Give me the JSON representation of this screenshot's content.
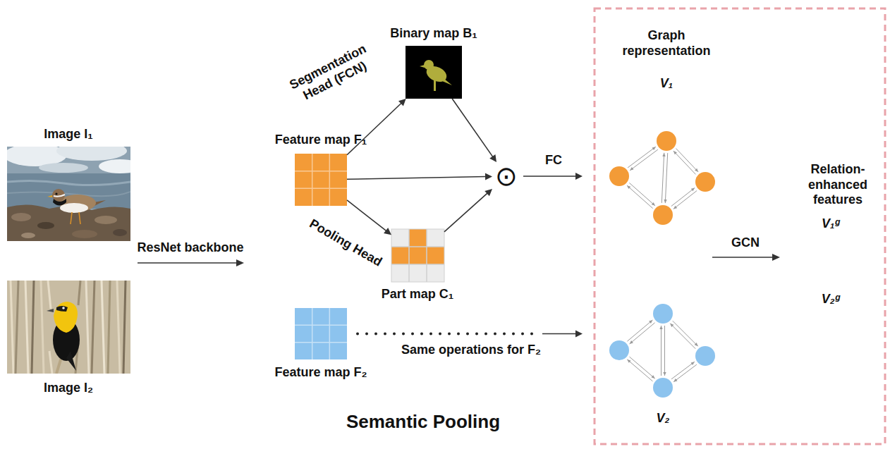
{
  "diagram": {
    "nodes": [
      {
        "text": [
          "Image I₁"
        ]
      },
      {
        "text": [
          "Image I₂"
        ]
      },
      {
        "text": [
          "Feature map F₁"
        ]
      },
      {
        "text": [
          "Binary map B₁"
        ]
      },
      {
        "text": [
          "Part map C₁"
        ]
      },
      {
        "text": [
          "⊙"
        ]
      },
      {
        "text": [
          "Feature map F₂"
        ]
      },
      {
        "text": [
          "Graph representation",
          "V₁"
        ]
      },
      {
        "text": [
          "V₂"
        ]
      }
    ],
    "edges": [
      {
        "from": 2,
        "to": 3,
        "arrow": "to",
        "label": "Segmentation Head (FCN)"
      },
      {
        "from": 2,
        "to": 4,
        "arrow": "to",
        "label": "Pooling Head"
      },
      {
        "from": 2,
        "to": 5,
        "arrow": "to"
      },
      {
        "from": 3,
        "to": 5,
        "arrow": "to"
      },
      {
        "from": 4,
        "to": 5,
        "arrow": "to"
      },
      {
        "from": 5,
        "to": 7,
        "arrow": "to",
        "label": "FC"
      },
      {
        "from": 6,
        "to": 8,
        "arrow": "to",
        "label": "Same operations for F₂"
      }
    ],
    "labels": [
      "ResNet backbone",
      "GCN",
      "Relation-enhanced features",
      "V₁ᵍ",
      "V₂ᵍ",
      "Semantic Pooling"
    ]
  }
}
